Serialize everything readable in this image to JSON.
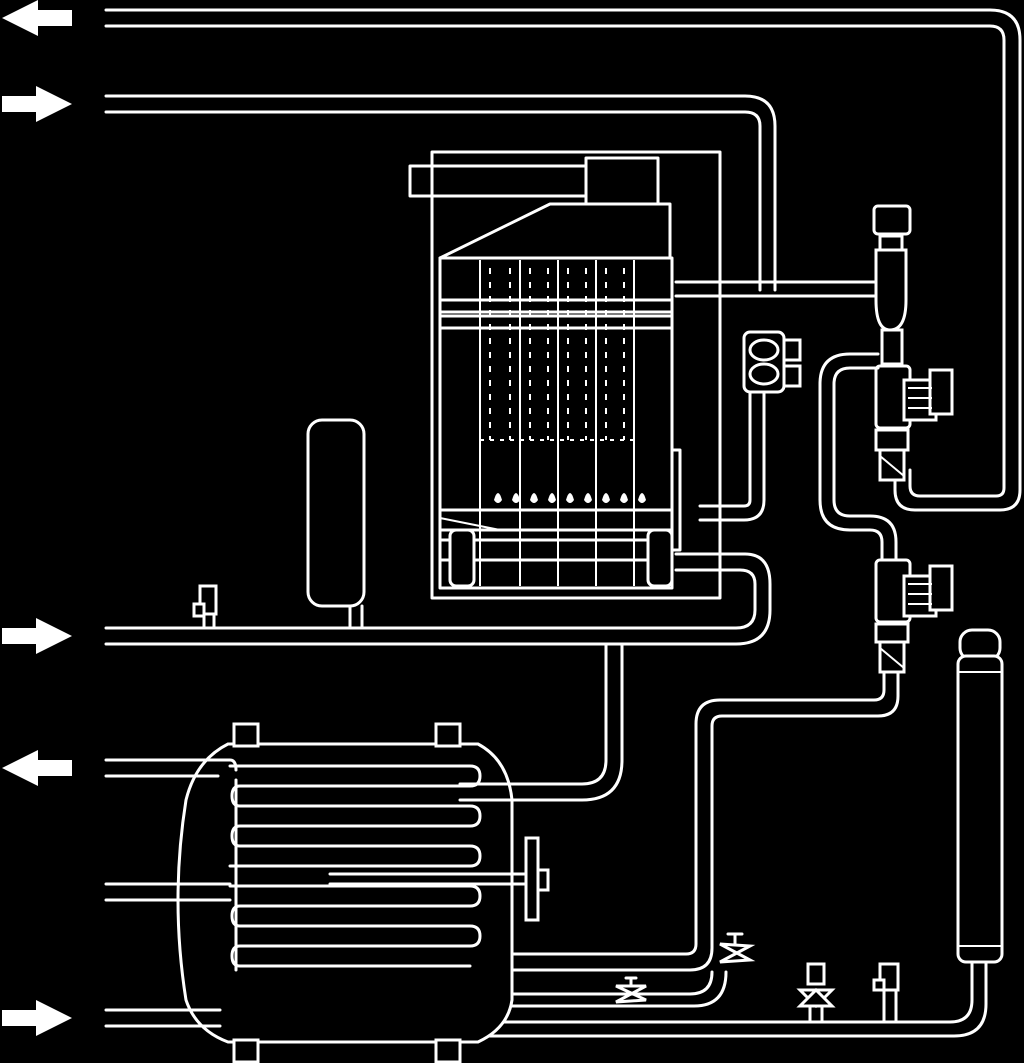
{
  "diagram": {
    "title": "",
    "background_color": "#000000",
    "line_color": "#ffffff",
    "components": [
      "boiler",
      "expansion-vessel",
      "hot-water-cylinder",
      "heating-pump",
      "cylinder-pump",
      "air-vent",
      "safety-valve",
      "gas-valve",
      "side-expansion-vessel",
      "drain-valve"
    ],
    "arrows": [
      {
        "id": "flow-out-1",
        "direction": "left"
      },
      {
        "id": "return-in-1",
        "direction": "right"
      },
      {
        "id": "cold-in",
        "direction": "right"
      },
      {
        "id": "hot-out",
        "direction": "left"
      },
      {
        "id": "cold-in-2",
        "direction": "right"
      }
    ]
  }
}
